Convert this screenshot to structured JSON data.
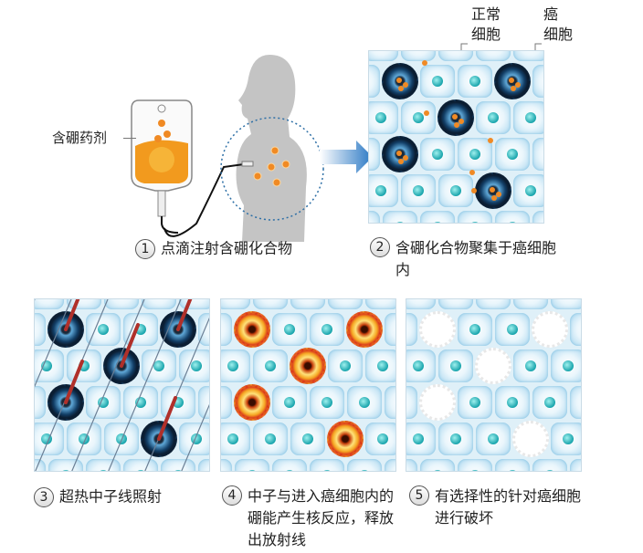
{
  "labels": {
    "boron_drug": "含硼药剂",
    "normal_cell": "正常\n细胞",
    "cancer_cell": "癌\n细胞"
  },
  "steps": [
    {
      "num": "1",
      "text": "点滴注射含硼化合物"
    },
    {
      "num": "2",
      "text": "含硼化合物聚集于癌细胞内"
    },
    {
      "num": "3",
      "text": "超热中子线照射"
    },
    {
      "num": "4",
      "text": "中子与进入癌细胞内的硼能产生核反应，释放出放射线"
    },
    {
      "num": "5",
      "text": "有选择性的针对癌细胞进行破坏"
    }
  ],
  "panels": [
    {
      "id": "p2",
      "state": "boron",
      "cancer": [
        [
          0,
          0
        ],
        [
          0,
          3
        ],
        [
          1,
          2
        ],
        [
          2,
          0
        ],
        [
          3,
          3
        ]
      ]
    },
    {
      "id": "p3",
      "state": "irradiate",
      "cancer": [
        [
          0,
          0
        ],
        [
          0,
          3
        ],
        [
          1,
          2
        ],
        [
          2,
          0
        ],
        [
          3,
          3
        ]
      ]
    },
    {
      "id": "p4",
      "state": "reaction",
      "cancer": [
        [
          0,
          0
        ],
        [
          0,
          3
        ],
        [
          1,
          2
        ],
        [
          2,
          0
        ],
        [
          3,
          3
        ]
      ]
    },
    {
      "id": "p5",
      "state": "destroyed",
      "cancer": [
        [
          0,
          0
        ],
        [
          0,
          3
        ],
        [
          1,
          2
        ],
        [
          2,
          0
        ],
        [
          3,
          3
        ]
      ]
    }
  ],
  "colors": {
    "boron": "#f08a24",
    "cancer": "#123e66",
    "arrow": "#2a78c4",
    "body": "#c4c4c4"
  }
}
